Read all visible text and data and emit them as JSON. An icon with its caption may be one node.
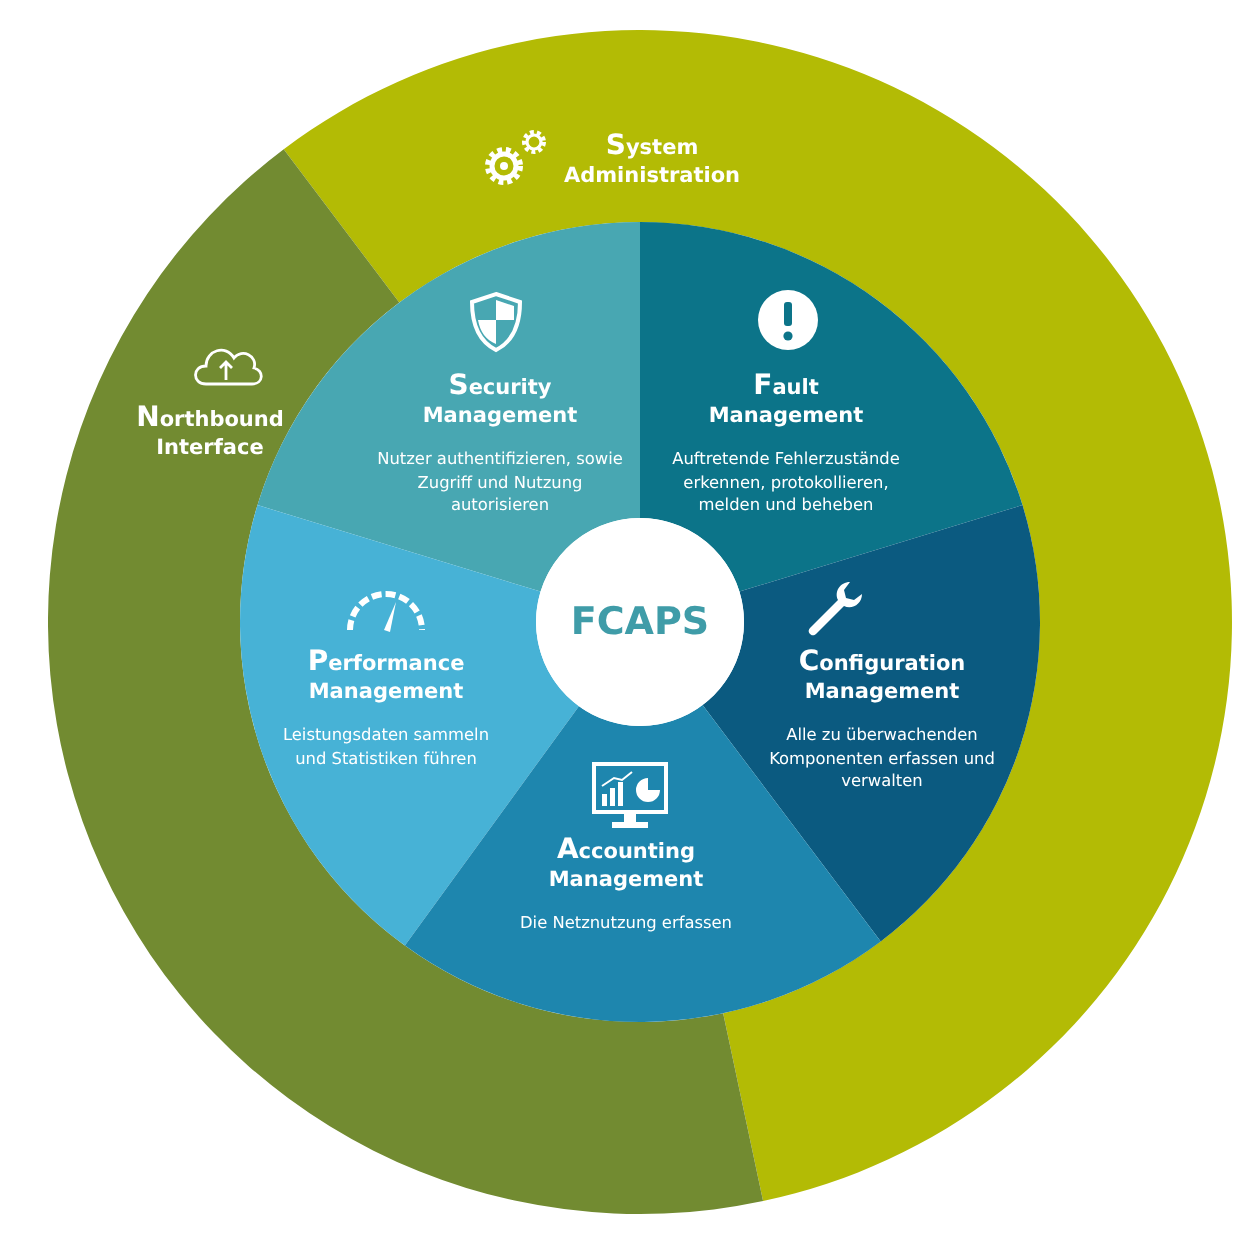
{
  "diagram": {
    "nodes": [
      {
        "text": [
          "System Administration"
        ]
      },
      {
        "text": [
          "Northbound Interface"
        ]
      },
      {
        "text": [
          "Security Management",
          "Nutzer authentifizieren, sowie Zugriff und Nutzung autorisieren"
        ]
      },
      {
        "text": [
          "Fault Management",
          "Auftretende Fehlerzustände erkennen, protokollieren, melden und beheben"
        ]
      },
      {
        "text": [
          "Configuration Management",
          "Alle zu überwachenden Komponenten erfassen und verwalten"
        ]
      },
      {
        "text": [
          "Performance Management",
          "Leistungsdaten sammeln und Statistiken führen"
        ]
      },
      {
        "text": [
          "Accounting Management",
          "Die Netznutzung erfassen"
        ]
      },
      {
        "text": [
          "FCAPS"
        ]
      }
    ]
  }
}
